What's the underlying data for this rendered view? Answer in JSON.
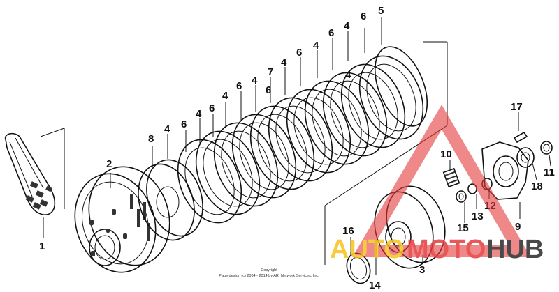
{
  "callouts": {
    "c1": "1",
    "c2": "2",
    "c3": "3",
    "c4a": "4",
    "c4b": "4",
    "c4c": "4",
    "c4d": "4",
    "c4e": "4",
    "c4f": "4",
    "c4g": "4",
    "c4h": "4",
    "c5": "5",
    "c6a": "6",
    "c6b": "6",
    "c6c": "6",
    "c6d": "6",
    "c6e": "6",
    "c6f": "6",
    "c6g": "6",
    "c7": "7",
    "c8": "8",
    "c9": "9",
    "c10": "10",
    "c11": "11",
    "c12": "12",
    "c13": "13",
    "c14": "14",
    "c15": "15",
    "c16": "16",
    "c17": "17",
    "c18": "18"
  },
  "copyright": {
    "line1": "Copyright",
    "line2": "Page design (c) 2004 - 2014 by ARI Network Services, Inc."
  },
  "watermark": {
    "part1": "AUTO",
    "part2": "MOTO",
    "part3": "HUB",
    "color_red": "#e53b3b",
    "color_yellow": "#f5c21b",
    "color_dark": "#2a2a2a"
  }
}
